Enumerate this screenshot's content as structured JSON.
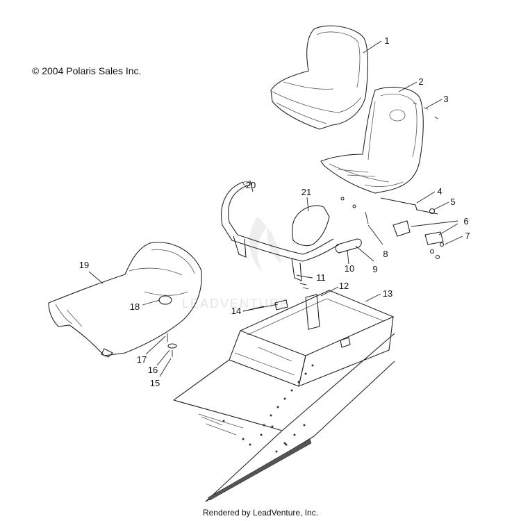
{
  "copyright": "© 2004 Polaris Sales Inc.",
  "footer": "Rendered by LeadVenture, Inc.",
  "watermark": "LEADVENTURE",
  "callouts": [
    "1",
    "2",
    "3",
    "4",
    "5",
    "6",
    "7",
    "8",
    "9",
    "10",
    "11",
    "12",
    "13",
    "14",
    "15",
    "16",
    "17",
    "18",
    "19",
    "20",
    "21"
  ],
  "colors": {
    "line": "#222222",
    "text": "#111111",
    "watermark": "#e4e4e4"
  }
}
